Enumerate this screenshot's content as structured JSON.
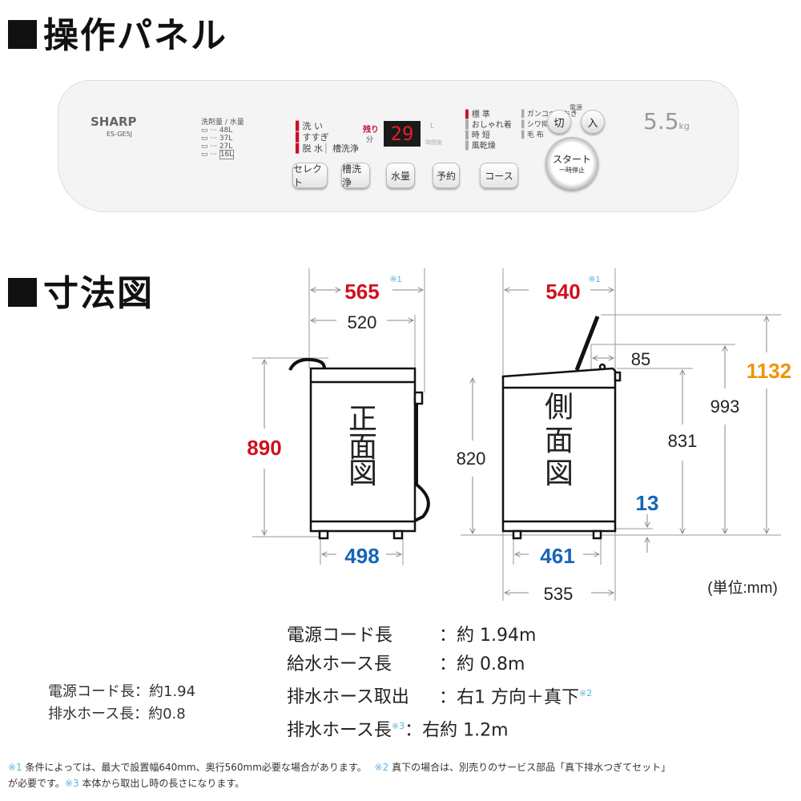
{
  "panel_section": {
    "title": "操作パネル"
  },
  "panel": {
    "brand": "SHARP",
    "model": "ES-GE5J",
    "water_header": "洗剤量 / 水量",
    "water_levels": [
      "48L",
      "37L",
      "27L",
      "16L"
    ],
    "process": [
      "洗 い",
      "すすぎ",
      "脱 水"
    ],
    "tub_clean": "槽洗浄",
    "remaining": "残り",
    "minutes": "分",
    "display": "29",
    "unit_l": "L",
    "hours_later": "時間後",
    "courses": [
      "標 準",
      "おしゃれ着",
      "時 短",
      "風乾燥",
      "ガンコつけおき",
      "シワ抑え",
      "毛 布"
    ],
    "buttons": [
      "セレクト",
      "槽洗浄",
      "水量",
      "予約",
      "コース"
    ],
    "power_label": "電源",
    "off": "切",
    "on": "入",
    "start": "スタート",
    "pause": "一時停止",
    "capacity": "5.5",
    "capacity_unit": "kg",
    "colors": {
      "accent": "#c8102e",
      "display_bg": "#1a1a1a"
    }
  },
  "dims_section": {
    "title": "寸法図"
  },
  "dims": {
    "front_label": [
      "正",
      "面",
      "図"
    ],
    "side_label": [
      "側",
      "面",
      "図"
    ],
    "w565": "565",
    "w520": "520",
    "h890": "890",
    "w498": "498",
    "d540": "540",
    "d85": "85",
    "h820": "820",
    "h831": "831",
    "h993": "993",
    "h1132": "1132",
    "h13": "13",
    "d461": "461",
    "d535": "535",
    "note_mark": "※1",
    "unit": "(単位:mm)",
    "colors": {
      "red": "#d0101e",
      "blue": "#1565b8",
      "orange": "#f39200"
    }
  },
  "specs": [
    {
      "label": "電源コード長",
      "value": "：約 1.94m",
      "mark": ""
    },
    {
      "label": "給水ホース長",
      "value": "：約 0.8m",
      "mark": ""
    },
    {
      "label": "排水ホース取出",
      "value": "：右1 方向＋真下",
      "mark": "※2"
    },
    {
      "label": "排水ホース長",
      "value": "：右約 1.2m",
      "mark": "※3"
    }
  ],
  "specs_small": [
    "電源コード長：約1.94",
    "排水ホース長：約0.8"
  ],
  "footnotes": {
    "m1": "※1",
    "t1": "条件によっては、最大で設置幅640mm、奥行560mm必要な場合があります。",
    "m2": "※2",
    "t2": "真下の場合は、別売りのサービス部品「真下排水つぎてセット」",
    "t2b": "が必要です。",
    "m3": "※3",
    "t3": "本体から取出し時の長さになります。"
  }
}
